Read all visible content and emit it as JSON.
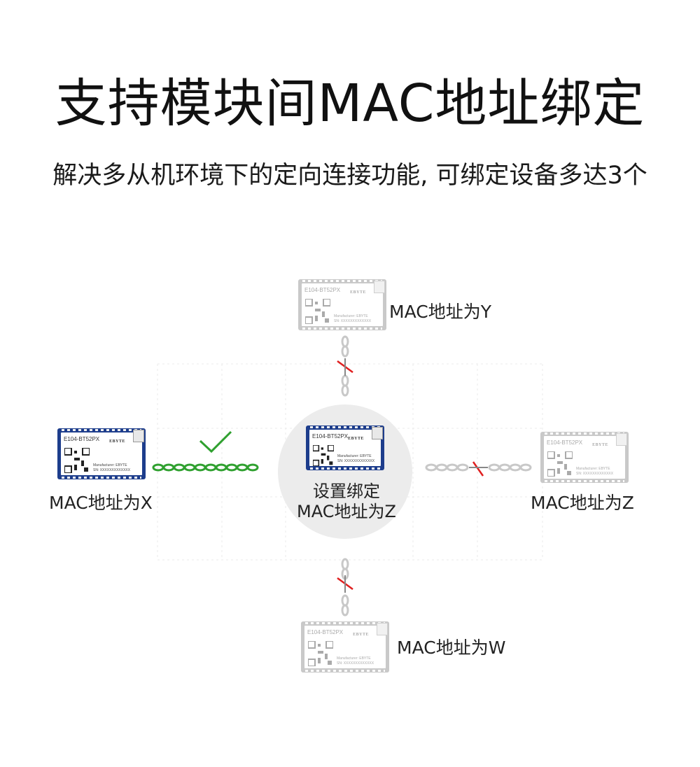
{
  "title": "支持模块间MAC地址绑定",
  "subtitle": "解决多从机环境下的定向连接功能, 可绑定设备多达3个",
  "center": {
    "caption_line1": "设置绑定",
    "caption_line2": "MAC地址为Z"
  },
  "module": {
    "part_number": "E104-BT52PX",
    "brand": "EBYTE",
    "manufacturer": "Manufacturer: EBYTE",
    "serial": "SN: XXXXXXXXXXXXX"
  },
  "peers": {
    "top": {
      "label": "MAC地址为Y",
      "bound": false
    },
    "left": {
      "label": "MAC地址为X",
      "bound": true
    },
    "right": {
      "label": "MAC地址为Z",
      "bound": false
    },
    "bottom": {
      "label": "MAC地址为W",
      "bound": false
    }
  },
  "colors": {
    "active_pcb": "#1d3d8c",
    "muted_pcb": "#c9c9c9",
    "link_ok": "#2fa02f",
    "link_muted": "#c8c8c8",
    "blocked_mark": "#e02020",
    "center_disc": "#ececec"
  }
}
